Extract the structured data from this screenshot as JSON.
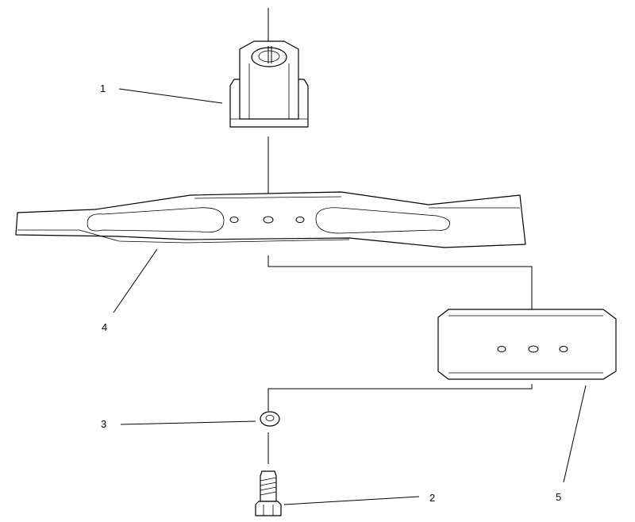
{
  "callouts": [
    {
      "id": "1"
    },
    {
      "id": "2"
    },
    {
      "id": "3"
    },
    {
      "id": "4"
    },
    {
      "id": "5"
    }
  ],
  "colors": {
    "ink": "#000000",
    "paper": "#ffffff"
  }
}
